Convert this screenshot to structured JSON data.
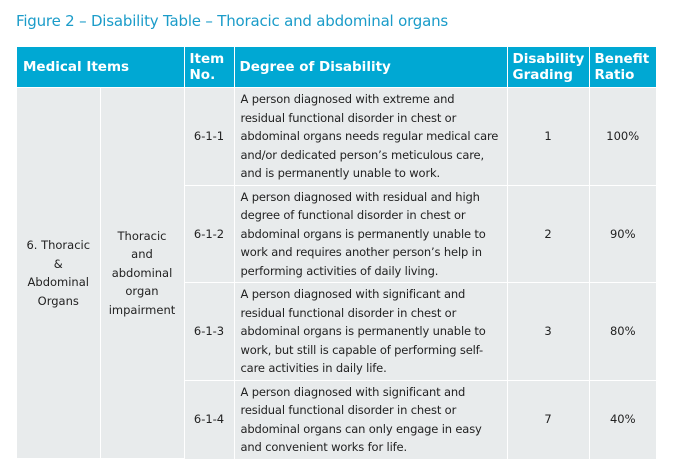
{
  "title": "Figure 2 – Disability Table – Thoracic and abdominal organs",
  "table": {
    "headers": {
      "medical_items": "Medical Items",
      "item_no_1": "Item",
      "item_no_2": "No.",
      "degree": "Degree of Disability",
      "grading_1": "Disability",
      "grading_2": "Grading",
      "ratio_1": "Benefit",
      "ratio_2": "Ratio"
    },
    "category": {
      "line1": "6. Thoracic",
      "line2": "&",
      "line3": "Abdominal",
      "line4": "Organs"
    },
    "subcategory": {
      "line1": "Thoracic",
      "line2": "and",
      "line3": "abdominal",
      "line4": "organ",
      "line5": "impairment"
    },
    "colors": {
      "header_bg": "#00a8d3",
      "cell_bg": "#e8ebec",
      "title": "#1b9cc9"
    },
    "rows": [
      {
        "item_no": "6-1-1",
        "degree": "A person diagnosed with extreme and residual functional disorder in chest or abdominal organs needs regular  medical care and/or dedicated person’s meticulous care, and is permanently unable to work.",
        "grading": "1",
        "ratio": "100%"
      },
      {
        "item_no": "6-1-2",
        "degree": "A person diagnosed with residual and high degree of functional disorder in chest or abdominal organs is permanently unable to work and requires another person’s help in performing activities of daily living.",
        "grading": "2",
        "ratio": "90%"
      },
      {
        "item_no": "6-1-3",
        "degree": "A person diagnosed with significant and residual functional disorder in chest or abdominal organs is permanently unable to work, but still is capable of performing self-care activities in daily life.",
        "grading": "3",
        "ratio": "80%"
      },
      {
        "item_no": "6-1-4",
        "degree": "A person diagnosed with significant and residual functional disorder in chest or abdominal organs can only engage in easy and convenient works for life.",
        "grading": "7",
        "ratio": "40%"
      }
    ]
  }
}
